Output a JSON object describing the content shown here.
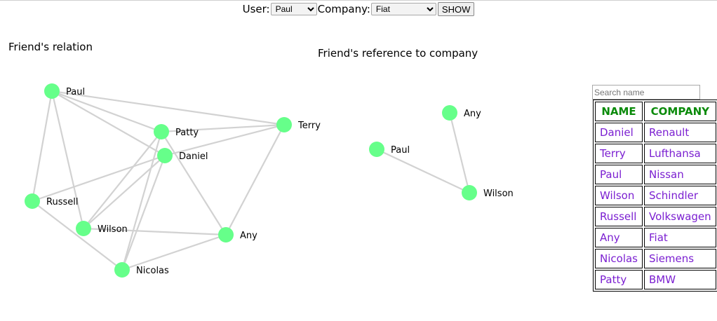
{
  "toolbar": {
    "user_label": "User:",
    "user_selected": "Paul",
    "company_label": "Company:",
    "company_selected": "Fiat",
    "show_label": "SHOW"
  },
  "friends_graph": {
    "title": "Friend's relation",
    "nodes": [
      "Paul",
      "Patty",
      "Daniel",
      "Terry",
      "Russell",
      "Wilson",
      "Any",
      "Nicolas"
    ],
    "edges": [
      [
        "Paul",
        "Patty"
      ],
      [
        "Paul",
        "Daniel"
      ],
      [
        "Paul",
        "Russell"
      ],
      [
        "Paul",
        "Wilson"
      ],
      [
        "Paul",
        "Terry"
      ],
      [
        "Patty",
        "Terry"
      ],
      [
        "Patty",
        "Wilson"
      ],
      [
        "Patty",
        "Nicolas"
      ],
      [
        "Patty",
        "Any"
      ],
      [
        "Daniel",
        "Terry"
      ],
      [
        "Daniel",
        "Russell"
      ],
      [
        "Daniel",
        "Wilson"
      ],
      [
        "Daniel",
        "Nicolas"
      ],
      [
        "Terry",
        "Any"
      ],
      [
        "Russell",
        "Nicolas"
      ],
      [
        "Wilson",
        "Any"
      ],
      [
        "Nicolas",
        "Any"
      ]
    ]
  },
  "company_graph": {
    "title": "Friend's reference to company",
    "nodes": [
      "Any",
      "Paul",
      "Wilson"
    ],
    "edges": [
      [
        "Any",
        "Wilson"
      ],
      [
        "Paul",
        "Wilson"
      ]
    ]
  },
  "colors": {
    "node": "#66ff8a",
    "edge": "#d2d2d2",
    "table_header": "#0a8a0a",
    "table_cell": "#7b1fd1"
  },
  "search": {
    "placeholder": "Search name",
    "value": ""
  },
  "table": {
    "headers": [
      "NAME",
      "COMPANY"
    ],
    "rows": [
      [
        "Daniel",
        "Renault"
      ],
      [
        "Terry",
        "Lufthansa"
      ],
      [
        "Paul",
        "Nissan"
      ],
      [
        "Wilson",
        "Schindler"
      ],
      [
        "Russell",
        "Volkswagen"
      ],
      [
        "Any",
        "Fiat"
      ],
      [
        "Nicolas",
        "Siemens"
      ],
      [
        "Patty",
        "BMW"
      ]
    ]
  }
}
